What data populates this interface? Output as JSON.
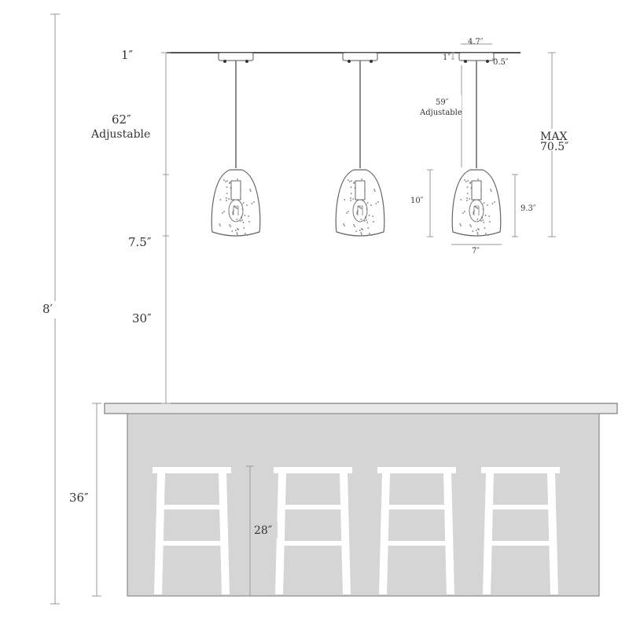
{
  "dimensions": {
    "total_height": "8′",
    "ceiling_plate": "1″",
    "cord_length": "62″",
    "cord_adjustable": "Adjustable",
    "shade_clearance": "7.5″",
    "above_counter": "30″",
    "counter_height": "36″",
    "stool_height": "28″",
    "canopy_width": "4.7″",
    "canopy_height": "1″",
    "canopy_depth": "0.5″",
    "detail_cord": "59″",
    "detail_adjustable": "Adjustable",
    "max_label": "MAX",
    "max_value": "70.5″",
    "shade_height": "10″",
    "glass_height": "9.3″",
    "shade_width": "7″"
  },
  "colors": {
    "line": "#555555",
    "dim_line": "#999999",
    "shade": "#666666",
    "counter_fill": "#d6d6d6",
    "counter_top": "#e6e6e6",
    "stool": "#ffffff"
  }
}
